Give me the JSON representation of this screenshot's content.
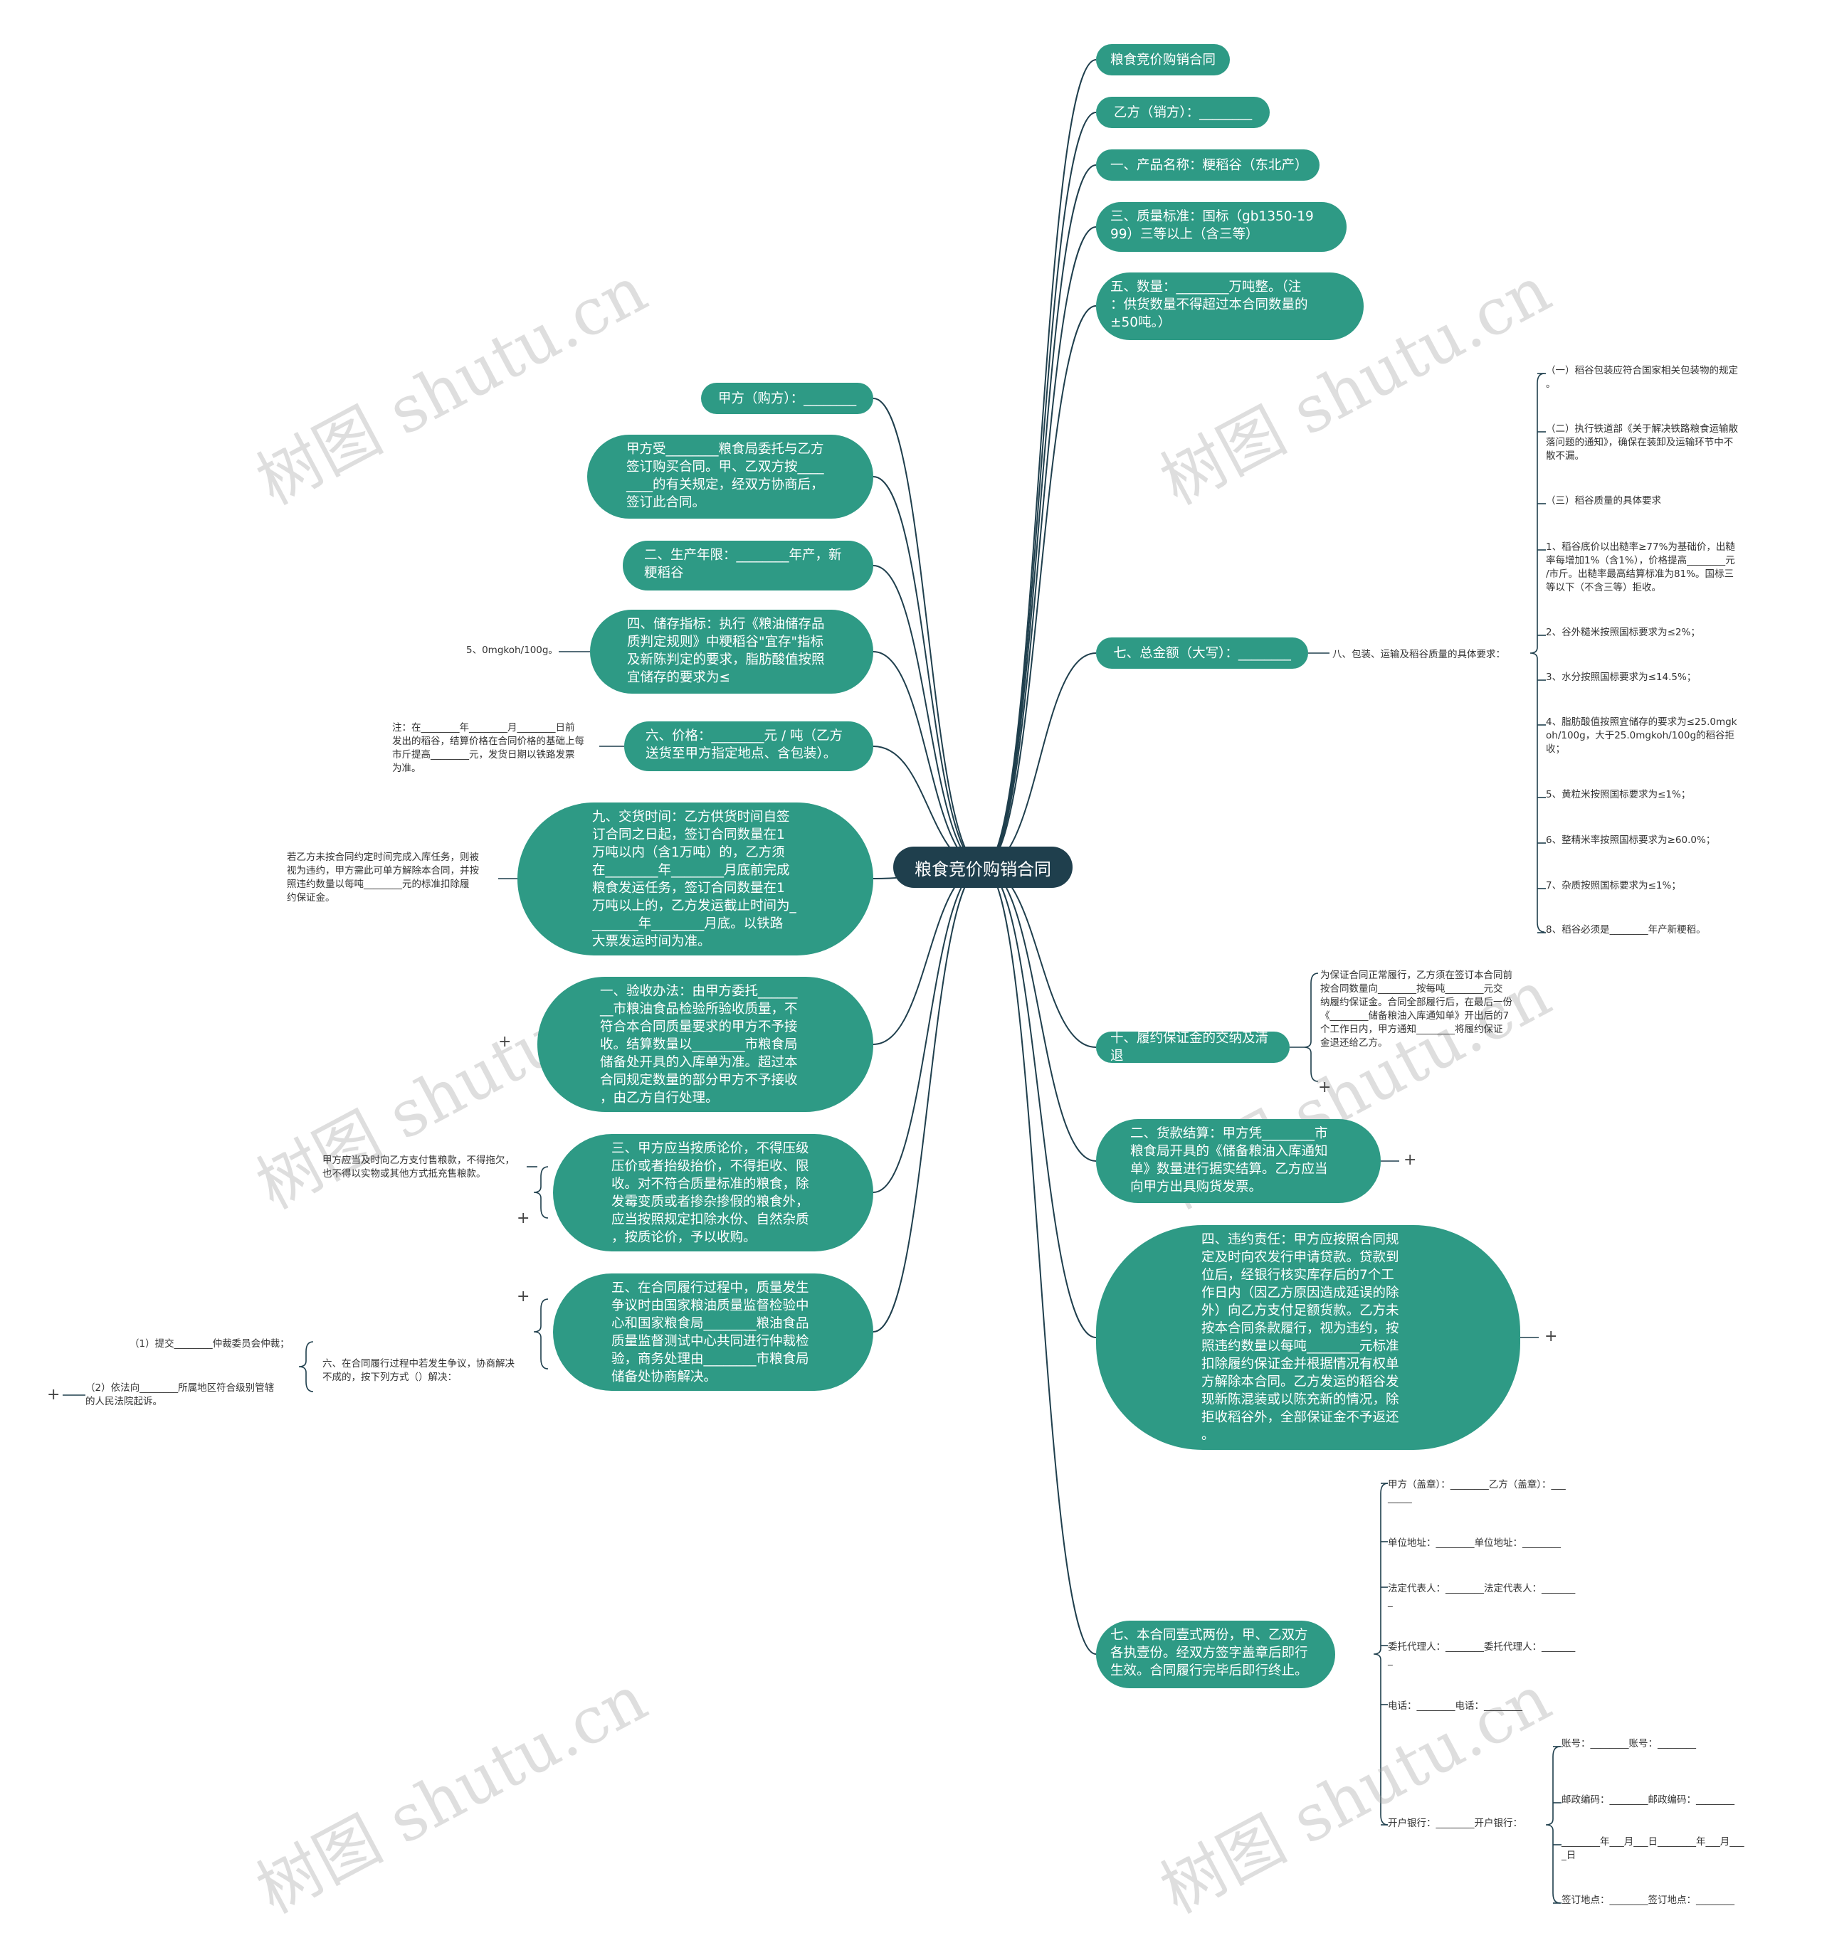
{
  "root": {
    "label": "粮食竞价购销合同"
  },
  "watermarks": [
    "树图 shutu.cn",
    "树图 shutu.cn",
    "树图 shutu.cn",
    "树图 shutu.cn",
    "树图 shutu.cn",
    "树图 shutu.cn"
  ],
  "right": [
    {
      "label": "粮食竞价购销合同"
    },
    {
      "label": "乙方（销方）：________"
    },
    {
      "label": "一、产品名称：粳稻谷（东北产）"
    },
    {
      "label": "三、质量标准：国标（gb1350-19\n99）三等以上（含三等）"
    },
    {
      "label": "五、数量：________万吨整。（注\n：供货数量不得超过本合同数量的\n±50吨。）"
    },
    {
      "label": "七、总金额（大写）：________"
    },
    {
      "label": "十、履约保证金的交纳及清退"
    },
    {
      "label": "二、货款结算：甲方凭________市\n粮食局开具的《储备粮油入库通知\n单》数量进行据实结算。乙方应当\n向甲方出具购货发票。"
    },
    {
      "label": "四、违约责任：甲方应按照合同规\n定及时向农发行申请贷款。贷款到\n位后，经银行核实库存后的7个工\n作日内（因乙方原因造成延误的除\n外）向乙方支付足额货款。乙方未\n按本合同条款履行，视为违约，按\n照违约数量以每吨________元标准\n扣除履约保证金并根据情况有权单\n方解除本合同。乙方发运的稻谷发\n现新陈混装或以陈充新的情况，除\n拒收稻谷外，全部保证金不予返还\n。"
    },
    {
      "label": "七、本合同壹式两份，甲、乙双方\n各执壹份。经双方签字盖章后即行\n生效。合同履行完毕后即行终止。"
    }
  ],
  "left": [
    {
      "label": "甲方（购方）：________"
    },
    {
      "label": "甲方受________粮食局委托与乙方\n签订购买合同。甲、乙双方按____\n____的有关规定，经双方协商后，\n签订此合同。"
    },
    {
      "label": "二、生产年限：________年产，新\n粳稻谷"
    },
    {
      "label": "四、储存指标：执行《粮油储存品\n质判定规则》中粳稻谷\"宜存\"指标\n及新陈判定的要求，脂肪酸值按照\n宜储存的要求为≤"
    },
    {
      "label": "六、价格：________元 / 吨（乙方\n送货至甲方指定地点、含包装）。"
    },
    {
      "label": "九、交货时间：乙方供货时间自签\n订合同之日起，签订合同数量在1\n万吨以内（含1万吨）的，乙方须\n在________年________月底前完成\n粮食发运任务，签订合同数量在1\n万吨以上的，乙方发运截止时间为_\n_______年________月底。以铁路\n大票发运时间为准。"
    },
    {
      "label": "一、验收办法：由甲方委托______\n__市粮油食品检验所验收质量，不\n符合本合同质量要求的甲方不予接\n收。结算数量以________市粮食局\n储备处开具的入库单为准。超过本\n合同规定数量的部分甲方不予接收\n，由乙方自行处理。"
    },
    {
      "label": "三、甲方应当按质论价，不得压级\n压价或者抬级抬价，不得拒收、限\n收。对不符合质量标准的粮食，除\n发霉变质或者掺杂掺假的粮食外，\n应当按照规定扣除水份、自然杂质\n，按质论价，予以收购。"
    },
    {
      "label": "五、在合同履行过程中，质量发生\n争议时由国家粮油质量监督检验中\n心和国家粮食局________粮油食品\n质量监督测试中心共同进行仲裁检\n验，商务处理由________市粮食局\n储备处协商解决。"
    }
  ],
  "leaves": {
    "storage": "5、0mgkoh/100g。",
    "price_note": "注：在________年________月________日前\n发出的稻谷，结算价格在合同价格的基础上每\n市斤提高________元，发货日期以铁路发票\n为准。",
    "delivery_note": "若乙方未按合同约定时间完成入库任务，则被\n视为违约，甲方需此可单方解除本合同，并按\n照违约数量以每吨________元的标准扣除履\n约保证金。",
    "pricing_note": "甲方应当及时向乙方支付售粮款，不得拖欠，\n也不得以实物或其他方式抵充售粮款。",
    "dispute_main": "六、在合同履行过程中若发生争议，协商解决\n不成的，按下列方式（）解决：",
    "dispute_1": "（1）提交________仲裁委员会仲裁；",
    "dispute_2": "（2）依法向________所属地区符合级别管辖\n的人民法院起诉。",
    "amount_mid": "八、包装、运输及稻谷质量的具体要求：",
    "deposit_note": "为保证合同正常履行，乙方须在签订本合同前\n按合同数量向________按每吨________元交\n纳履约保证金。合同全部履行后，在最后一份\n《________储备粮油入库通知单》开出后的7\n个工作日内，甲方通知________将履约保证\n金退还给乙方。",
    "sign_bank": "开户银行：________开户银行：",
    "plus": "+"
  },
  "quality": [
    {
      "label": "（一）稻谷包装应符合国家相关包装物的规定\n。"
    },
    {
      "label": "（二）执行铁道部《关于解决铁路粮食运输散\n落问题的通知》，确保在装卸及运输环节中不\n散不漏。"
    },
    {
      "label": "（三）稻谷质量的具体要求"
    },
    {
      "label": "1、稻谷底价以出糙率≥77%为基础价，出糙\n率每增加1%（含1%），价格提高________元\n/市斤。出糙率最高结算标准为81%。国标三\n等以下（不含三等）拒收。"
    },
    {
      "label": "2、谷外糙米按照国标要求为≤2%；"
    },
    {
      "label": "3、水分按照国标要求为≤14.5%；"
    },
    {
      "label": "4、脂肪酸值按照宜储存的要求为≤25.0mgk\noh/100g，大于25.0mgkoh/100g的稻谷拒\n收；"
    },
    {
      "label": "5、黄粒米按照国标要求为≤1%；"
    },
    {
      "label": "6、整精米率按照国标要求为≥60.0%；"
    },
    {
      "label": "7、杂质按照国标要求为≤1%；"
    },
    {
      "label": "8、稻谷必须是________年产新粳稻。"
    }
  ],
  "sign": [
    {
      "label": "甲方（盖章）：________乙方（盖章）：___\n_____"
    },
    {
      "label": "单位地址：________单位地址：________"
    },
    {
      "label": "法定代表人：________法定代表人：_______\n_"
    },
    {
      "label": "委托代理人：________委托代理人：_______\n_"
    },
    {
      "label": "电话：________电话：________"
    }
  ],
  "bank": [
    {
      "label": "账号：________账号：________"
    },
    {
      "label": "邮政编码：________邮政编码：________"
    },
    {
      "label": "________年___月___日________年___月___\n_日"
    },
    {
      "label": "签订地点：________签订地点：________"
    }
  ],
  "colors": {
    "node": "#2e9a85",
    "root": "#1f3f4d",
    "line": "#1f3f4d"
  }
}
